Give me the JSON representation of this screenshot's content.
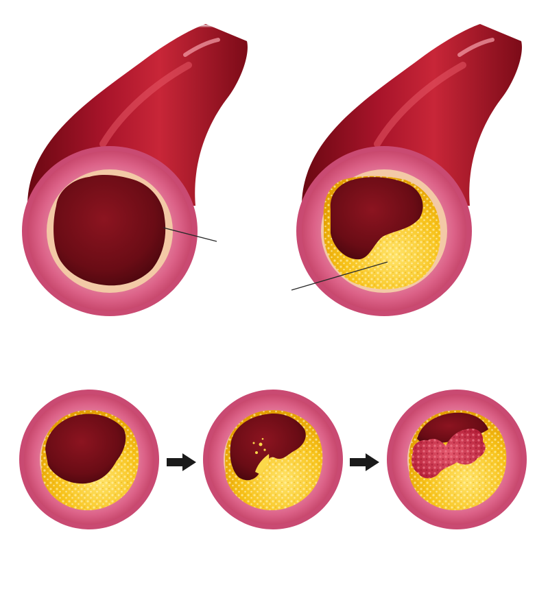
{
  "figure": {
    "panels": [
      {
        "id": "healthy-artery",
        "state": "normal artery with open lumen",
        "icon": "artery-cross-section-icon"
      },
      {
        "id": "plaque-artery",
        "state": "artery narrowed by yellow plaque",
        "icon": "artery-cross-section-icon"
      }
    ],
    "sequence": [
      {
        "id": "stage-plaque",
        "icon": "plaque-icon"
      },
      {
        "id": "stage-rupture",
        "icon": "plaque-rupture-icon"
      },
      {
        "id": "stage-clot",
        "icon": "blood-clot-icon"
      }
    ],
    "arrows": [
      "arrow-right-icon",
      "arrow-right-icon"
    ]
  },
  "colors": {
    "vessel_dark": "#7a0a17",
    "vessel_mid": "#b3172a",
    "vessel_highlight": "#e0505e",
    "wall_outer": "#d95a7e",
    "wall_inner": "#e993ad",
    "lumen": "#6e0d15",
    "intima": "#e8b48a",
    "plaque": "#f5b800",
    "plaque_light": "#fde26a",
    "clot": "#d0334d",
    "arrow": "#1a1a1a",
    "leader_line": "#2a2a2a"
  }
}
